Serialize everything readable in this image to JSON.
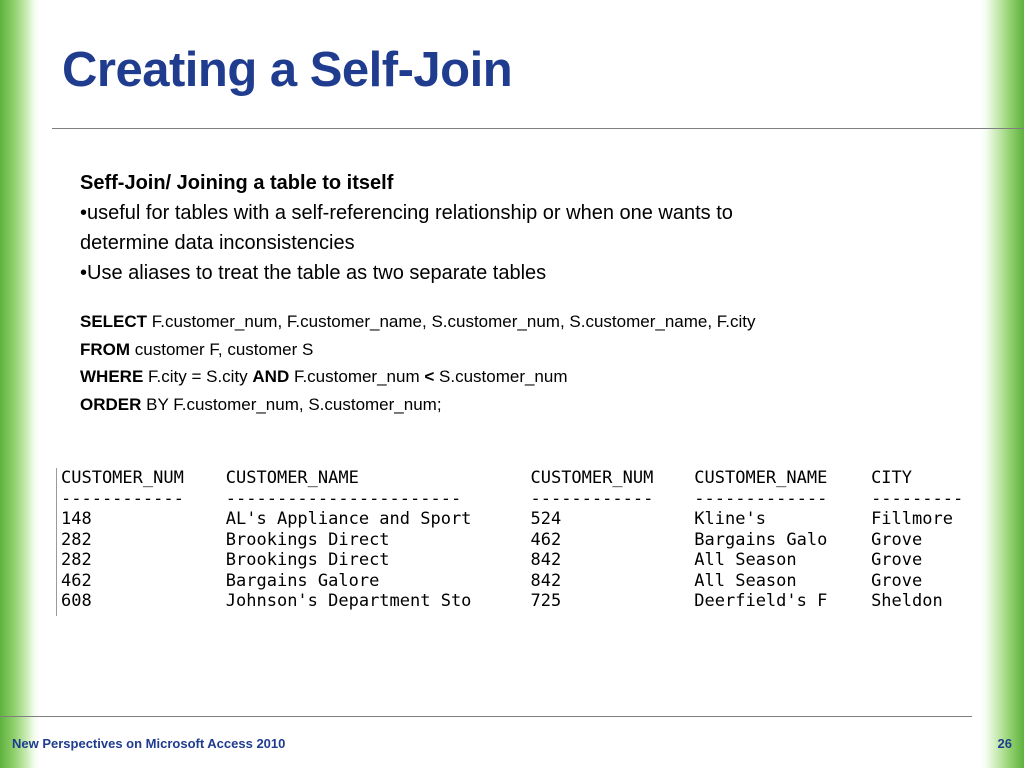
{
  "title": "Creating a Self-Join",
  "content": {
    "heading": "Seff-Join/ Joining a table to itself",
    "bullets": [
      "•useful for tables with a self-referencing relationship or when one wants to determine data inconsistencies",
      "•Use aliases to treat the table as two separate tables"
    ]
  },
  "sql": {
    "select_kw": "SELECT",
    "select_text": " F.customer_num, F.customer_name, S.customer_num, S.customer_name, F.city",
    "from_kw": "FROM",
    "from_text": " customer F, customer S",
    "where_kw": "WHERE",
    "where_text": " F.city = S.city ",
    "and_kw": "AND",
    "and_text": " F.customer_num ",
    "lt": "<",
    "lt_text": " S.customer_num",
    "order_kw": "ORDER",
    "order_text": " BY F.customer_num, S.customer_num;"
  },
  "result": {
    "headers": [
      "CUSTOMER_NUM",
      "CUSTOMER_NAME",
      "CUSTOMER_NUM",
      "CUSTOMER_NAME",
      "CITY"
    ],
    "dashes": [
      "------------",
      "-----------------------",
      "------------",
      "-------------",
      "---------"
    ],
    "rows": [
      [
        "148",
        "AL's Appliance and Sport",
        "524",
        "Kline's",
        "Fillmore"
      ],
      [
        "282",
        "Brookings Direct",
        "462",
        "Bargains Galo",
        "Grove"
      ],
      [
        "282",
        "Brookings Direct",
        "842",
        "All Season",
        "Grove"
      ],
      [
        "462",
        "Bargains Galore",
        "842",
        "All Season",
        "Grove"
      ],
      [
        "608",
        "Johnson's Department Sto",
        "725",
        "Deerfield's F",
        "Sheldon"
      ]
    ]
  },
  "footer": {
    "left": "New Perspectives on Microsoft Access 2010",
    "page": "26"
  }
}
